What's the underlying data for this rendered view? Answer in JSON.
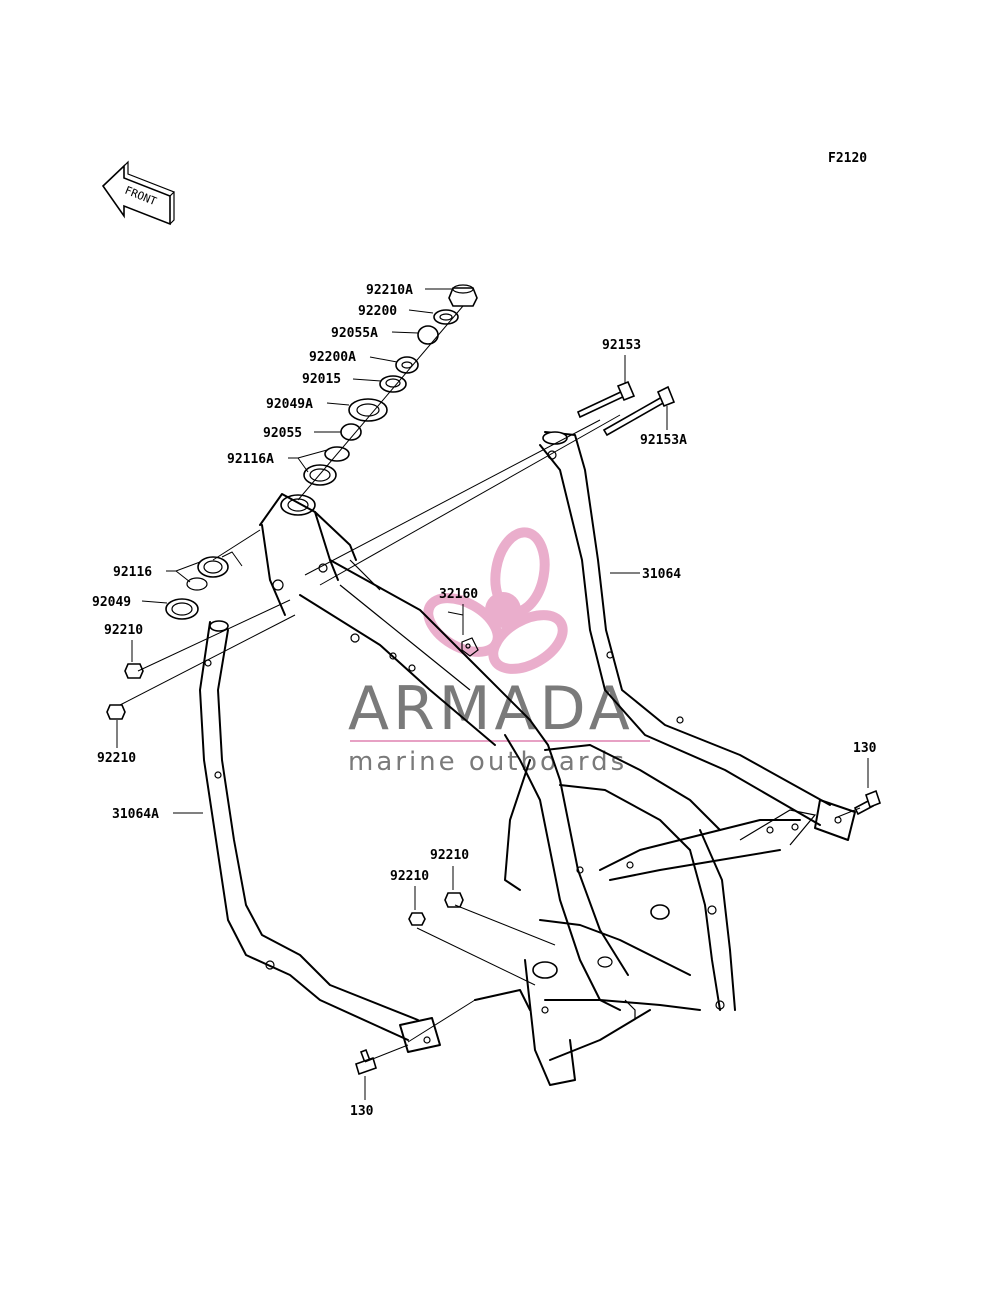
{
  "diagram_code": "F2120",
  "front_arrow_label": "FRONT",
  "watermark": {
    "brand": "ARMADA",
    "tagline": "marine outboards",
    "brand_color": "#7a7a7a",
    "logo_color": "#e7a1c4"
  },
  "parts": [
    {
      "id": "p92210A",
      "label": "92210A"
    },
    {
      "id": "p92200",
      "label": "92200"
    },
    {
      "id": "p92055A",
      "label": "92055A"
    },
    {
      "id": "p92200A",
      "label": "92200A"
    },
    {
      "id": "p92015",
      "label": "92015"
    },
    {
      "id": "p92049A",
      "label": "92049A"
    },
    {
      "id": "p92055",
      "label": "92055"
    },
    {
      "id": "p92116A",
      "label": "92116A"
    },
    {
      "id": "p92116",
      "label": "92116"
    },
    {
      "id": "p92049",
      "label": "92049"
    },
    {
      "id": "p92210a",
      "label": "92210"
    },
    {
      "id": "p92210b",
      "label": "92210"
    },
    {
      "id": "p31064A",
      "label": "31064A"
    },
    {
      "id": "p92153",
      "label": "92153"
    },
    {
      "id": "p92153A",
      "label": "92153A"
    },
    {
      "id": "p31064",
      "label": "31064"
    },
    {
      "id": "p32160",
      "label": "32160"
    },
    {
      "id": "p130a",
      "label": "130"
    },
    {
      "id": "p92210c",
      "label": "92210"
    },
    {
      "id": "p92210d",
      "label": "92210"
    },
    {
      "id": "p130b",
      "label": "130"
    }
  ]
}
